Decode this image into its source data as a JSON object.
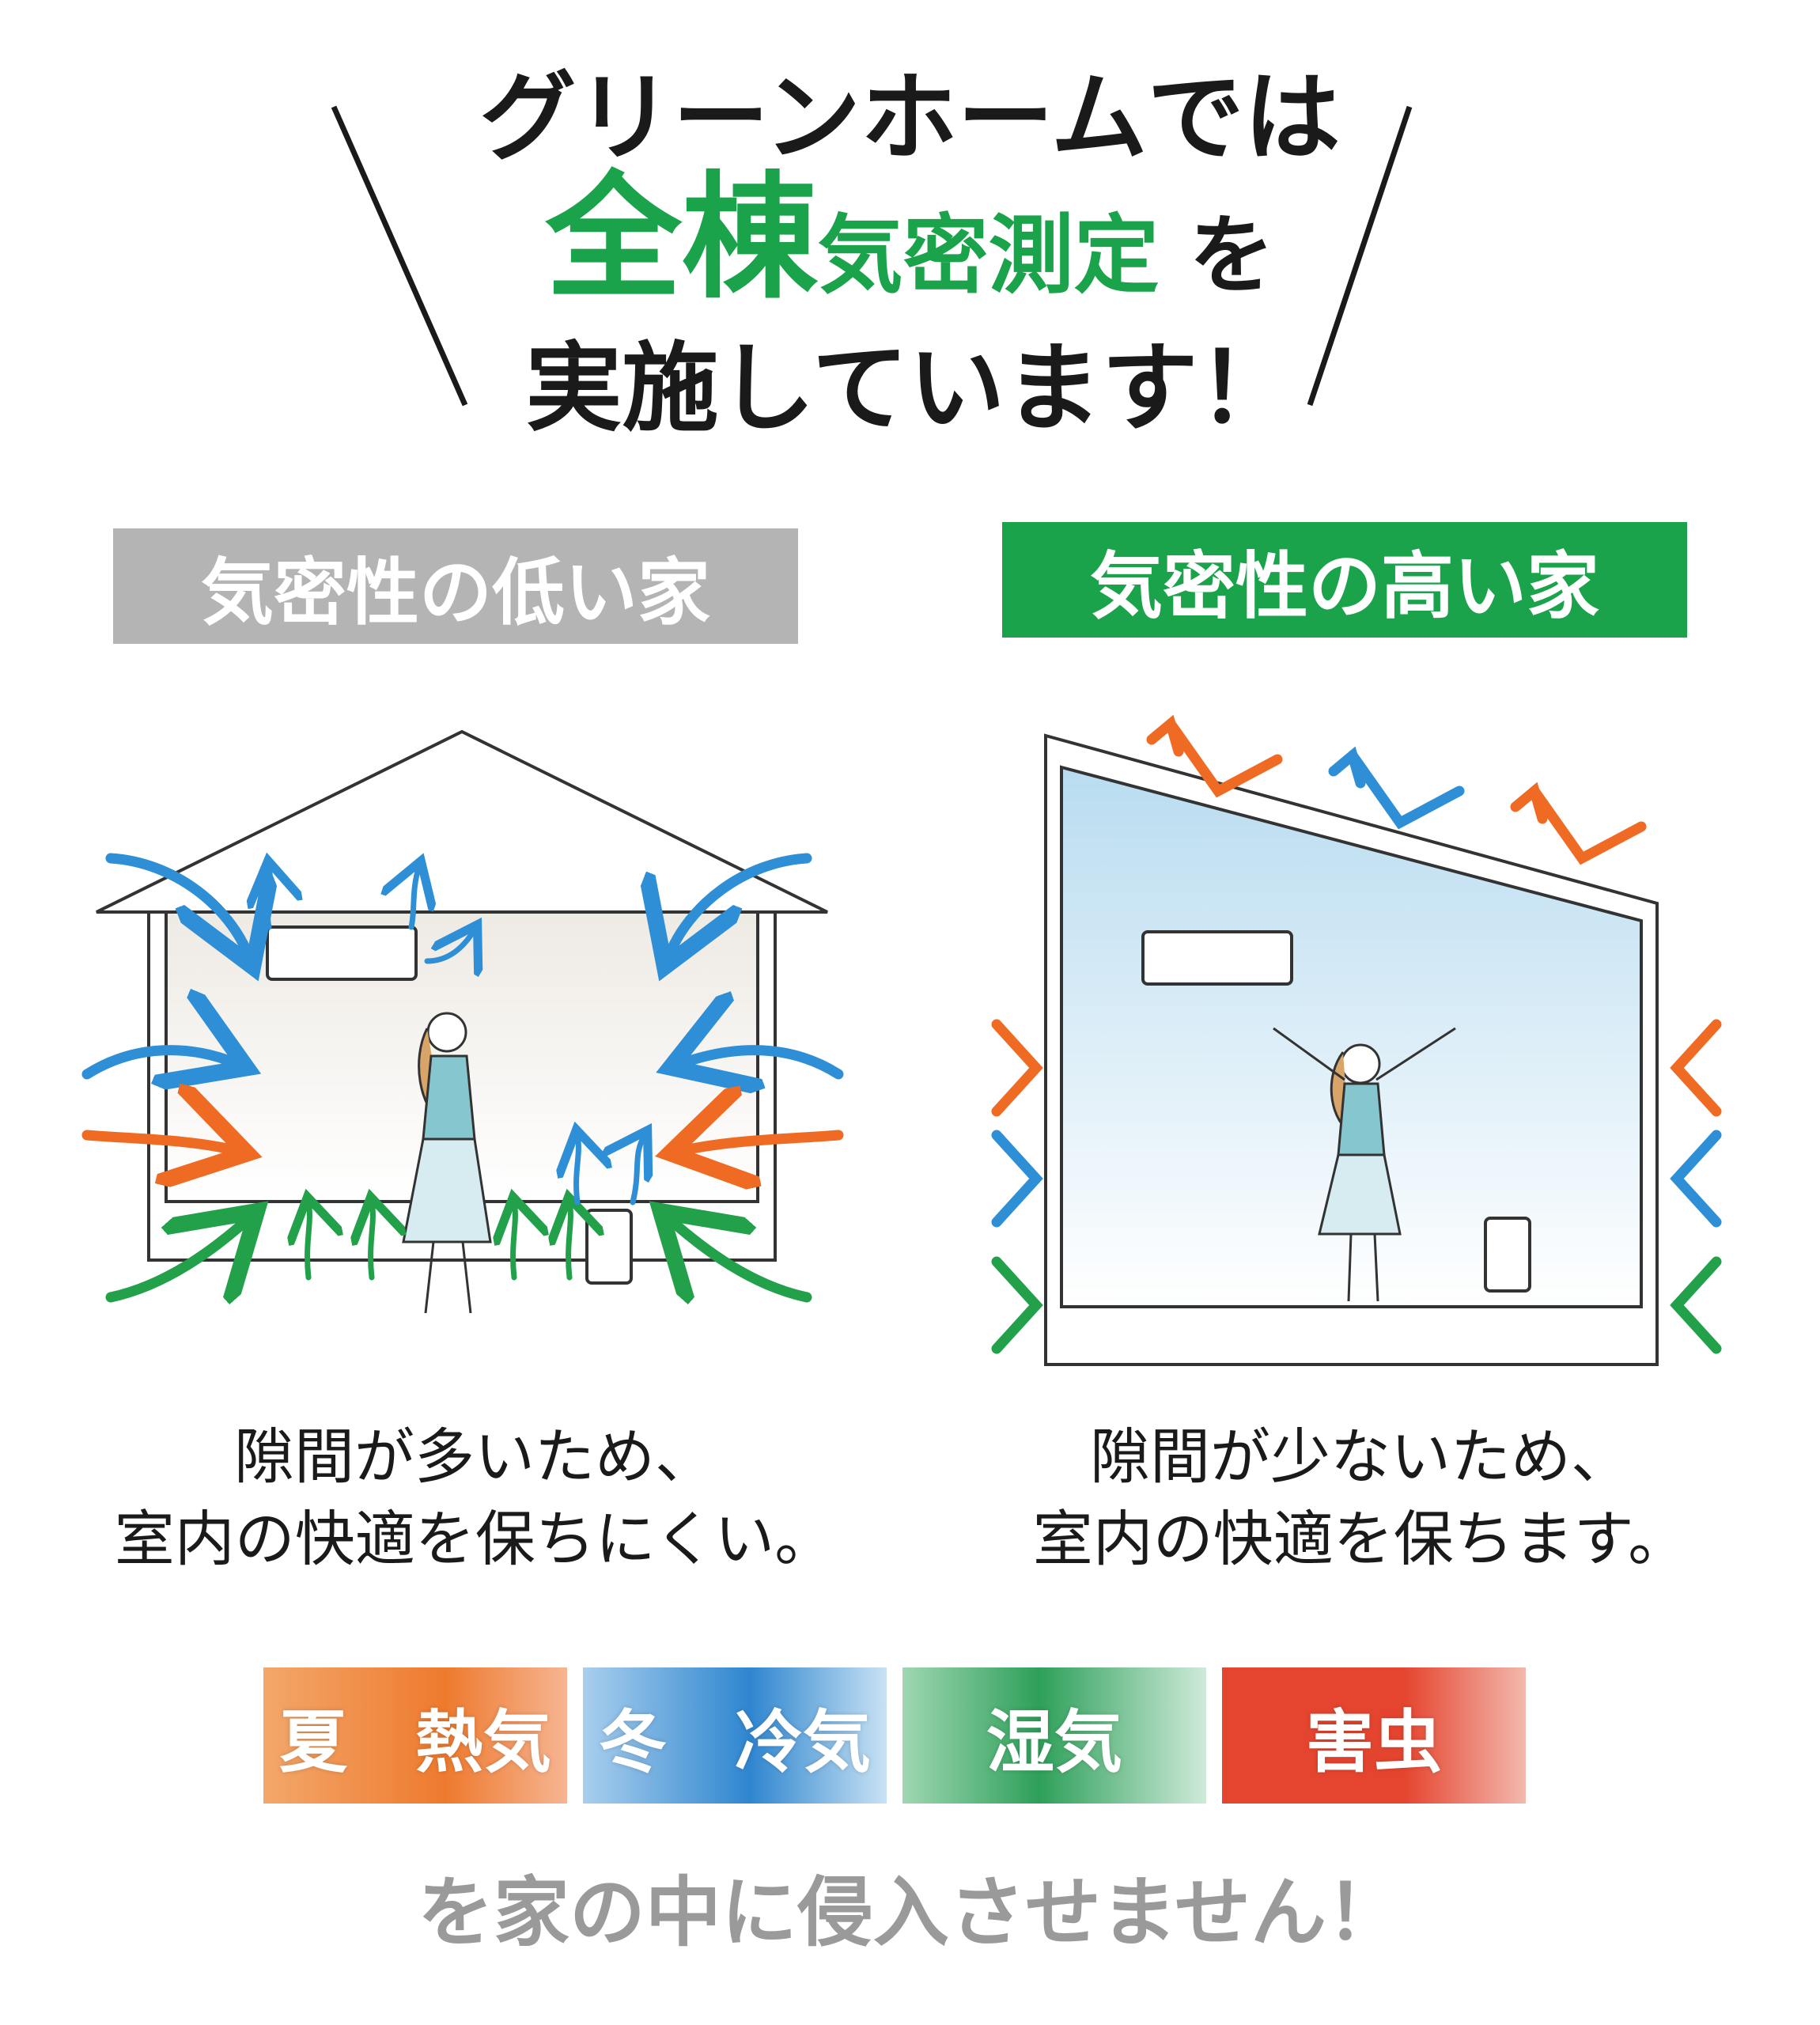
{
  "headline": {
    "line1": "グリーンホームでは",
    "line2_big": "全棟",
    "line2_mid": "気密測定",
    "line2_tail": "を",
    "line3": "実施しています！"
  },
  "left_panel": {
    "label": "気密性の低い家",
    "label_color": "#b4b4b4",
    "caption_line1": "隙間が多いため、",
    "caption_line2": "室内の快適を保ちにくい。"
  },
  "right_panel": {
    "label": "気密性の高い家",
    "label_color": "#1aa34a",
    "caption_line1": "隙間が少ないため、",
    "caption_line2": "室内の快適を保ちます。"
  },
  "factors": [
    {
      "label": "夏　熱気",
      "color": "#ee7a2e"
    },
    {
      "label": "冬　冷気",
      "color": "#2f86cf"
    },
    {
      "label": "湿気",
      "color": "#2ea05a"
    },
    {
      "label": "害虫",
      "color": "#e5452f"
    }
  ],
  "bottom_text": "を家の中に侵入させません！",
  "arrow_colors": {
    "blue": "#2f8fd6",
    "orange": "#ef6b24",
    "green": "#23a04a"
  }
}
